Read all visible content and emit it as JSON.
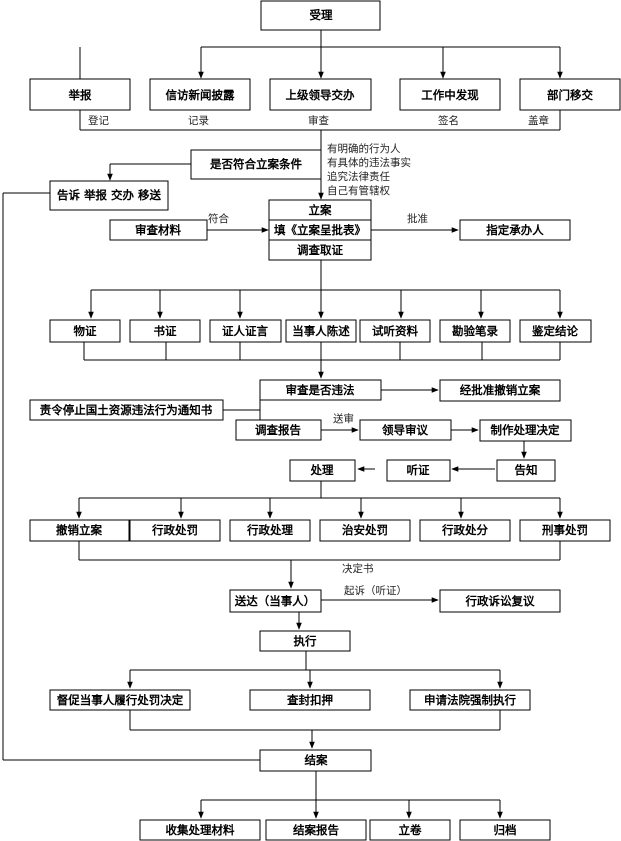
{
  "nodes": {
    "accept": "受理",
    "report": "举报",
    "letters": "信访新闻披露",
    "superior": "上级领导交办",
    "found": "工作中发现",
    "transfer": "部门移交",
    "conditions": "是否符合立案条件",
    "inform": "告诉 举报 交办 移送",
    "file_case": "立案",
    "review_material": "审查材料",
    "fill_form": "填《立案呈批表》",
    "assign": "指定承办人",
    "investigate": "调查取证",
    "ev_physical": "物证",
    "ev_document": "书证",
    "ev_witness": "证人证言",
    "ev_party": "当事人陈述",
    "ev_audio": "试听资料",
    "ev_inspection": "勘验笔录",
    "ev_appraisal": "鉴定结论",
    "check_illegal": "审查是否违法",
    "revoke_approve": "经批准撤销立案",
    "stop_notice": "责令停止国土资源违法行为通知书",
    "inv_report": "调查报告",
    "leader_review": "领导审议",
    "make_decision": "制作处理决定",
    "handle": "处理",
    "hearing": "听证",
    "notify": "告知",
    "out_revoke": "撤销立案",
    "out_admin_penalty": "行政处罚",
    "out_admin_handle": "行政处理",
    "out_security": "治安处罚",
    "out_admin_sanction": "行政处分",
    "out_criminal": "刑事处罚",
    "deliver": "送达（当事人）",
    "litigation": "行政诉讼复议",
    "execute": "执行",
    "urge": "督促当事人履行处罚决定",
    "seize": "查封扣押",
    "court": "申请法院强制执行",
    "close_case": "结案",
    "collect": "收集处理材料",
    "close_report": "结案报告",
    "file_volume": "立卷",
    "archive": "归档"
  },
  "labels": {
    "register": "登记",
    "record": "记录",
    "review": "审查",
    "sign": "签名",
    "seal": "盖章",
    "cond1": "有明确的行为人",
    "cond2": "有具体的违法事实",
    "cond3": "追究法律责任",
    "cond4": "自己有管辖权",
    "conform": "符合",
    "approve": "批准",
    "send_review": "送审",
    "decision_doc": "决定书",
    "prosecute": "起诉（听证）"
  }
}
